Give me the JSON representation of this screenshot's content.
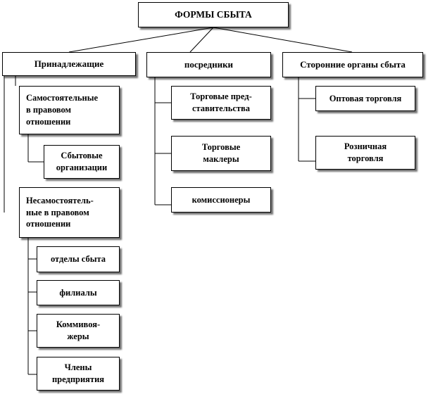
{
  "root": {
    "label": "ФОРМЫ СБЫТА"
  },
  "branches": {
    "own": {
      "label": "Принадлежащие",
      "independent": {
        "label": "Самостоятельные\nв правовом\nотношении",
        "children": [
          "Сбытовые\nорганизации"
        ]
      },
      "dependent": {
        "label": "Несамостоятель-\nные в правовом\nотношении",
        "children": [
          "отделы сбыта",
          "филиалы",
          "Коммивоя-\nжеры",
          "Члены\nпредприятия"
        ]
      }
    },
    "intermediaries": {
      "label": "посредники",
      "children": [
        "Торговые пред-\nставительства",
        "Торговые\nмаклеры",
        "комиссионеры"
      ]
    },
    "external": {
      "label": "Сторонние органы сбыта",
      "children": [
        "Оптовая торговля",
        "Розничная\nторговля"
      ]
    }
  }
}
